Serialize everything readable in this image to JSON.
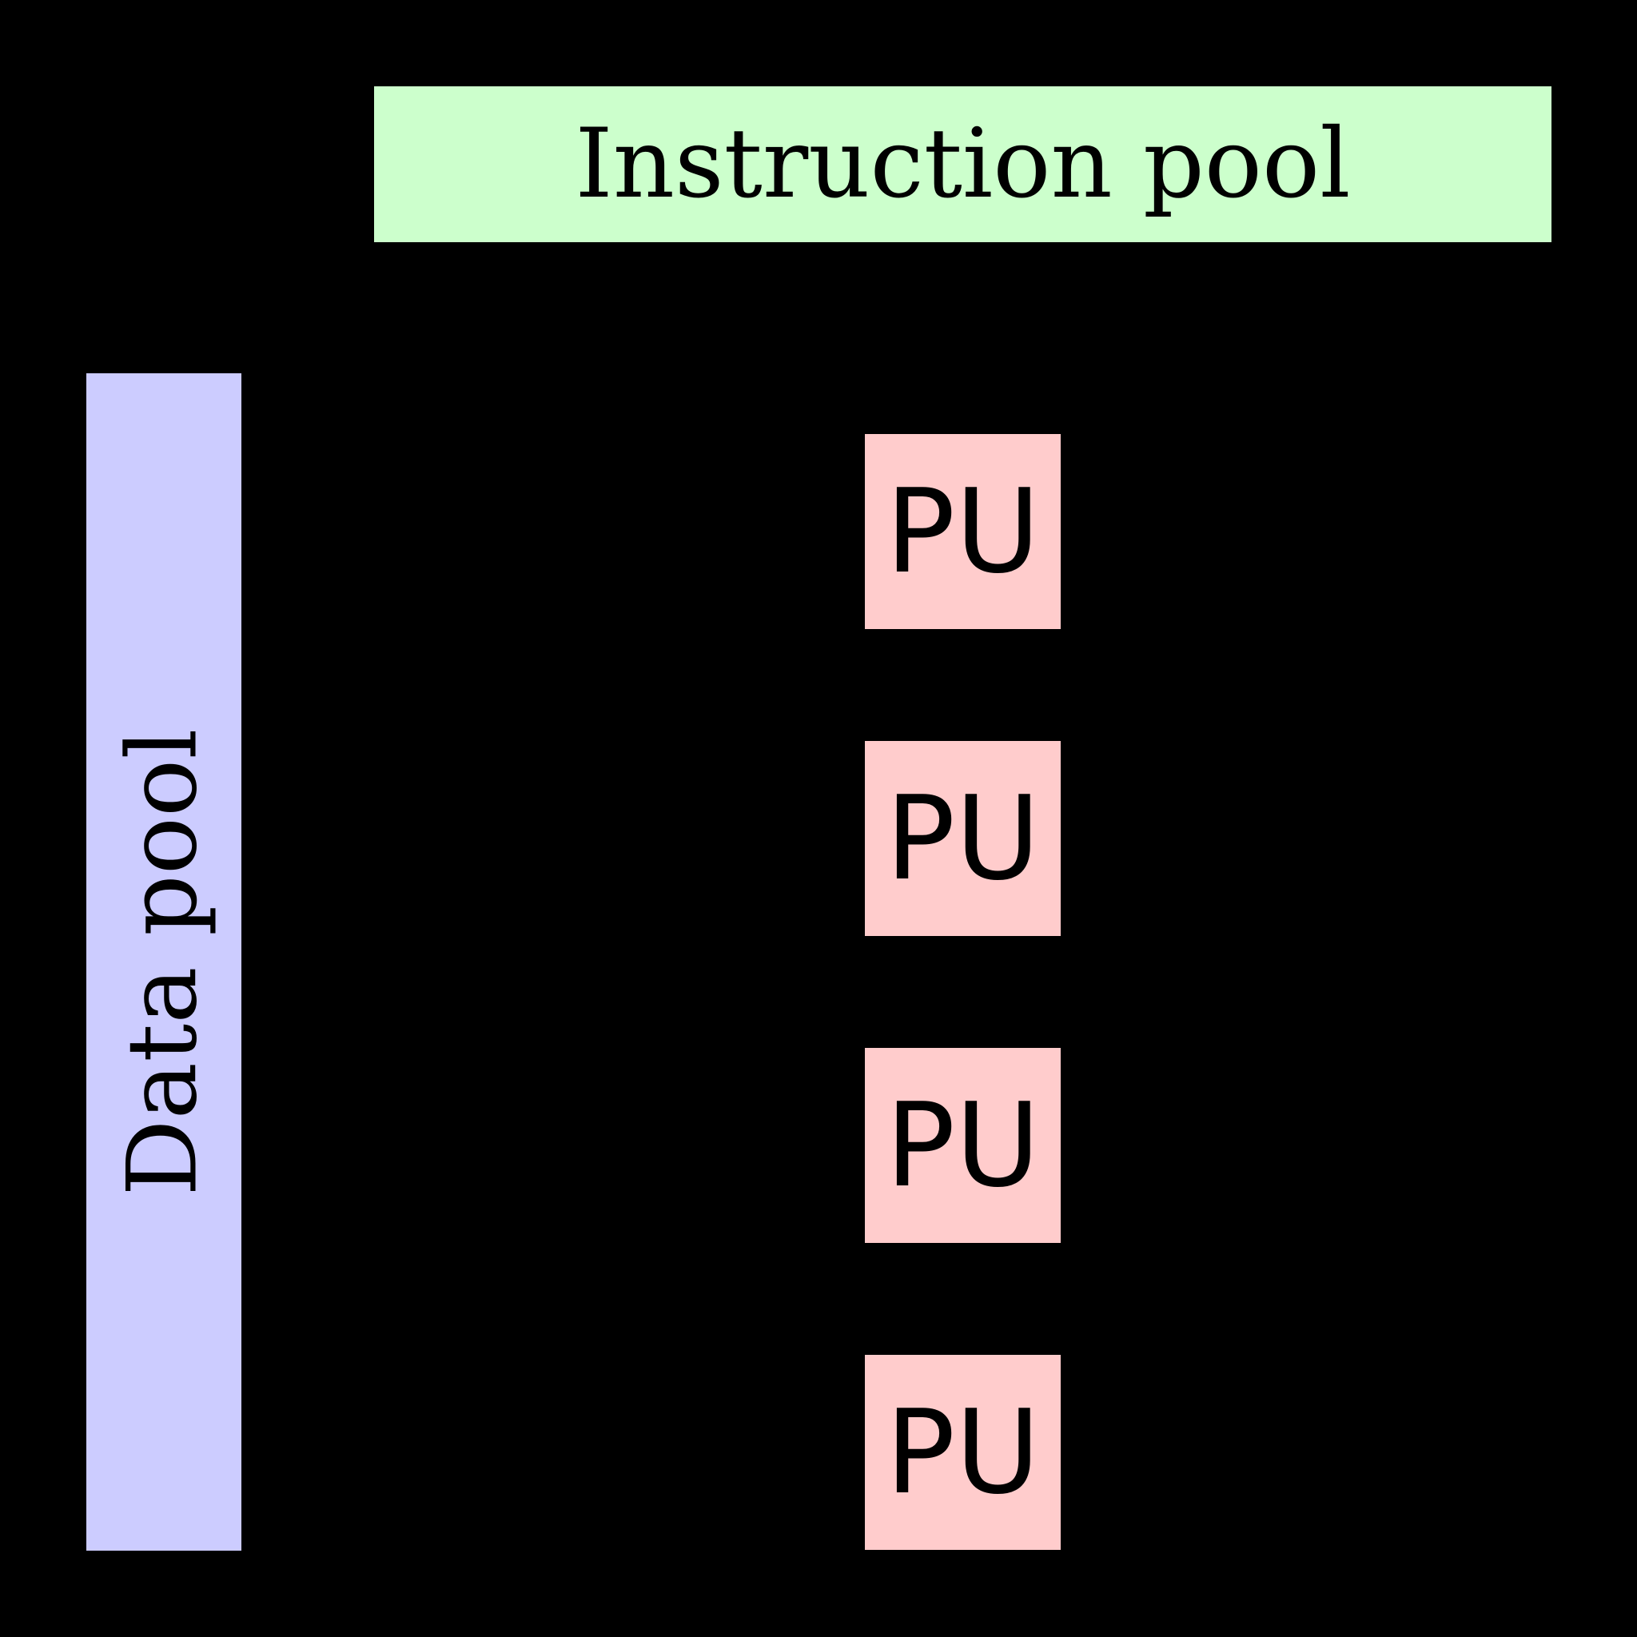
{
  "canvas": {
    "background": "#000000",
    "text_color": "#000000"
  },
  "instruction_pool": {
    "label": "Instruction pool",
    "fill": "#ccffcc"
  },
  "data_pool": {
    "label": "Data pool",
    "fill": "#ccccff",
    "orientation": "rotated-90-ccw"
  },
  "processing_units": {
    "fill": "#ffcccc",
    "items": [
      {
        "label": "PU"
      },
      {
        "label": "PU"
      },
      {
        "label": "PU"
      },
      {
        "label": "PU"
      }
    ]
  }
}
